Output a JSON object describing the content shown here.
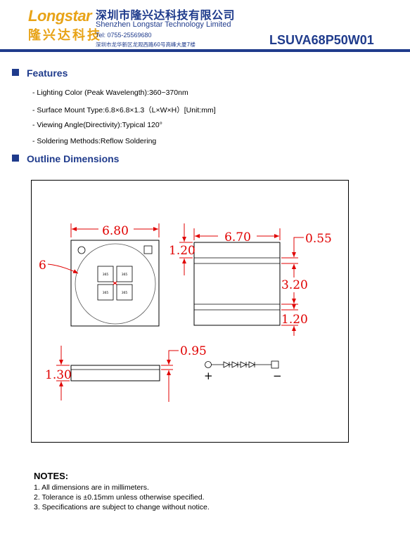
{
  "header": {
    "logo_en": "Longstar",
    "logo_cn": "隆兴达科技",
    "company_cn": "深圳市隆兴达科技有限公司",
    "company_en": "Shenzhen Longstar Technology Limited",
    "tel": "Tel: 0755-25569680",
    "address": "深圳市龙华新区龙观西路60号高峰大厦7楼",
    "part_number": "LSUVA68P50W01",
    "brand_color": "#1f3b8c",
    "logo_color": "#e8a317"
  },
  "features": {
    "title": "Features",
    "items": [
      "- Lighting Color (Peak Wavelength):360~370nm",
      "- Surface Mount Type:6.8×6.8×1.3（L×W×H）[Unit:mm]",
      "- Viewing Angle(Directivity):Typical 120°",
      "- Soldering Methods:Reflow Soldering"
    ]
  },
  "outline": {
    "title": "Outline Dimensions",
    "dim_color": "#e00000",
    "labels": {
      "top_width": "6.80",
      "circle": "6",
      "side_width": "6.70",
      "pad_top": "1.20",
      "gap_top": "0.55",
      "mid": "3.20",
      "pad_bottom": "1.20",
      "thickness": "1.30",
      "lens": "0.95",
      "plus": "+",
      "minus": "−"
    },
    "chip_label": "365"
  },
  "notes": {
    "title": "NOTES:",
    "items": [
      "1. All dimensions are in millimeters.",
      "2. Tolerance is ±0.15mm unless otherwise specified.",
      "3. Specifications are subject to change without notice."
    ]
  }
}
